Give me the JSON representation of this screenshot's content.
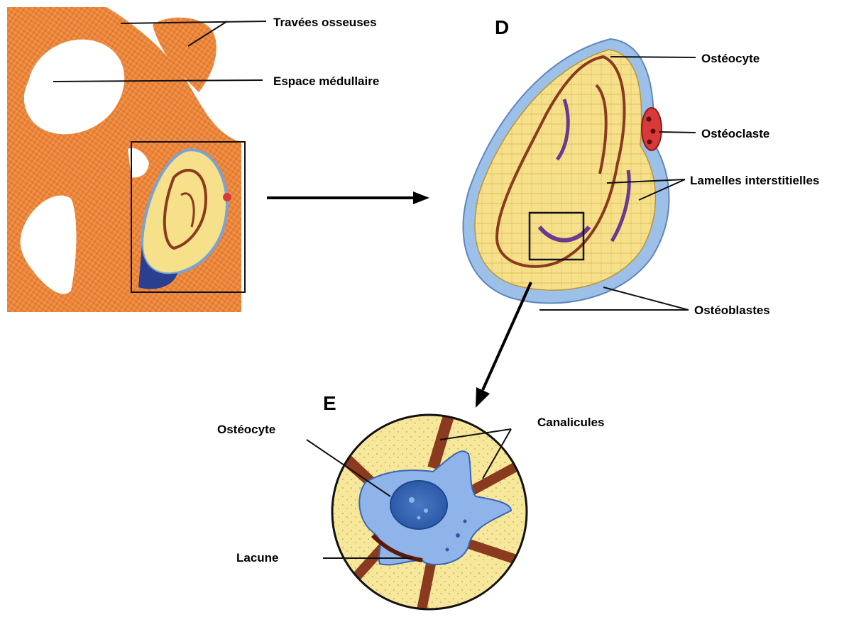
{
  "panels": {
    "d": {
      "letter": "D"
    },
    "e": {
      "letter": "E"
    }
  },
  "labels": {
    "travees_osseuses": "Travées osseuses",
    "espace_medullaire": "Espace médullaire",
    "osteocyte_d": "Ostéocyte",
    "osteoclaste": "Ostéoclaste",
    "lamelles_interstitielles": "Lamelles interstitielles",
    "osteoblastes": "Ostéoblastes",
    "osteocyte_e": "Ostéocyte",
    "canalicules": "Canalicules",
    "lacune": "Lacune"
  },
  "colors": {
    "bone_orange": "#ee8a3c",
    "bone_dark": "#c8541a",
    "lamella_yellow": "#f6e08a",
    "canal_brown": "#8a3a1e",
    "osteoblast_blue": "#9cc0e8",
    "osteoclast_red": "#d83a3a",
    "osteocyte_blue": "#5b8fd6",
    "arrow": "#000000"
  }
}
